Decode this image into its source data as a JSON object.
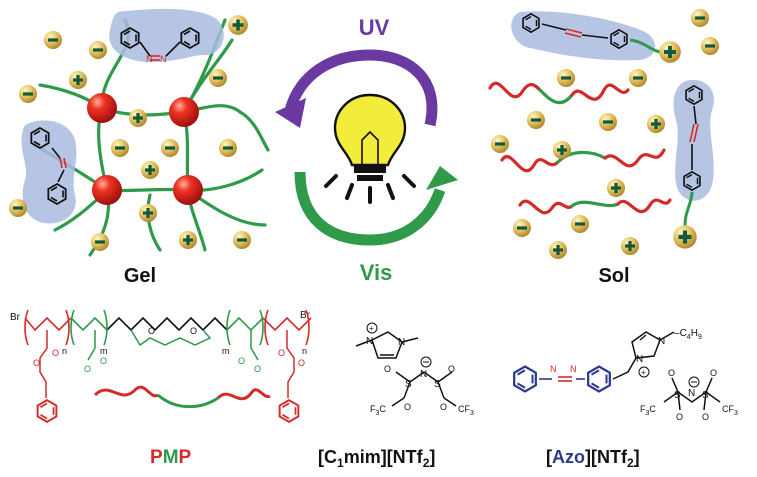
{
  "labels": {
    "uv": "UV",
    "vis": "Vis",
    "gel": "Gel",
    "sol": "Sol"
  },
  "compounds": {
    "pmp": {
      "p1": "P",
      "m": "M",
      "p2": "P"
    },
    "c1mim": {
      "open": "[C",
      "sub": "1",
      "mid": "mim][NTf",
      "sub2": "2",
      "close": "]"
    },
    "azo": {
      "open": "[",
      "name": "Azo",
      "mid": "][NTf",
      "sub": "2",
      "close": "]"
    }
  },
  "chem_text": {
    "br_left": "Br",
    "br_right": "Br",
    "n": "n",
    "m": "m",
    "o": "O",
    "n_atom": "N",
    "n_plus": "N",
    "c4h9": "C",
    "c4h9_sub": "4",
    "h9": "H",
    "h9_sub": "9",
    "s": "S",
    "f3c": "F",
    "f3c_sub": "3",
    "c": "C",
    "cf3": "CF",
    "cf3_sub": "3"
  },
  "colors": {
    "uv_purple": "#6b3aa0",
    "vis_green": "#2e9a4a",
    "polymer_red": "#d42a2a",
    "polymer_green": "#2e9a4a",
    "azo_blue": "#2d3a8c",
    "highlight_blue": "#aabbe0",
    "bulb_yellow": "#f2ec3a"
  }
}
